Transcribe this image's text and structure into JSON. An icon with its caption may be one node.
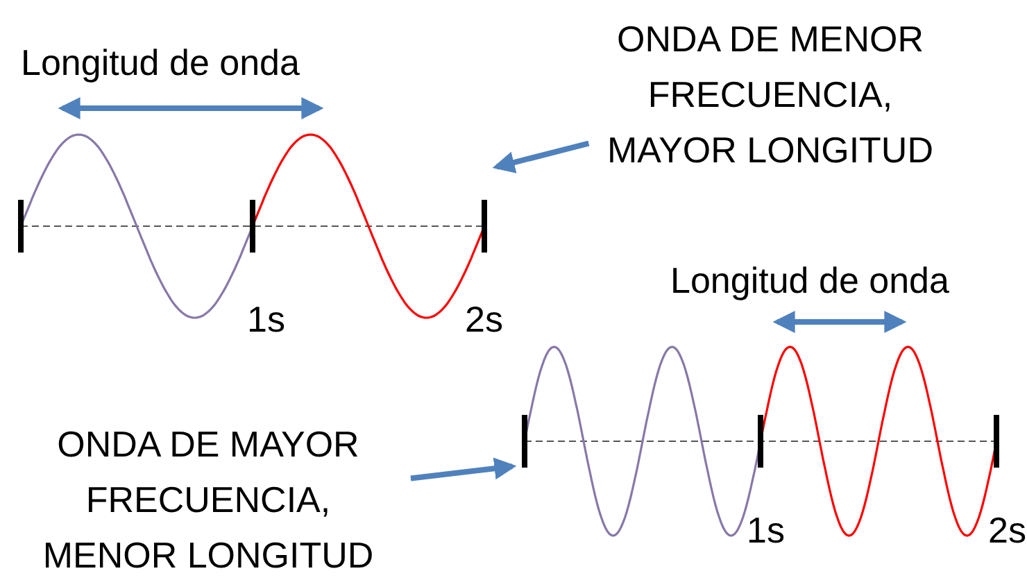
{
  "diagram": {
    "nodes": [
      {
        "text": [
          "ONDA DE MENOR FRECUENCIA, MAYOR LONGITUD"
        ]
      },
      {
        "text": [],
        "shape": "picture"
      },
      {
        "text": [
          "ONDA DE MAYOR FRECUENCIA, MENOR LONGITUD"
        ]
      },
      {
        "text": [],
        "shape": "picture"
      }
    ],
    "edges": [
      {
        "from": 0,
        "to": 1,
        "arrow": "to"
      },
      {
        "from": 2,
        "to": 3,
        "arrow": "to"
      }
    ],
    "labels": [
      "Longitud de onda",
      "1s",
      "2s",
      "Longitud de onda",
      "1s",
      "2s"
    ]
  }
}
